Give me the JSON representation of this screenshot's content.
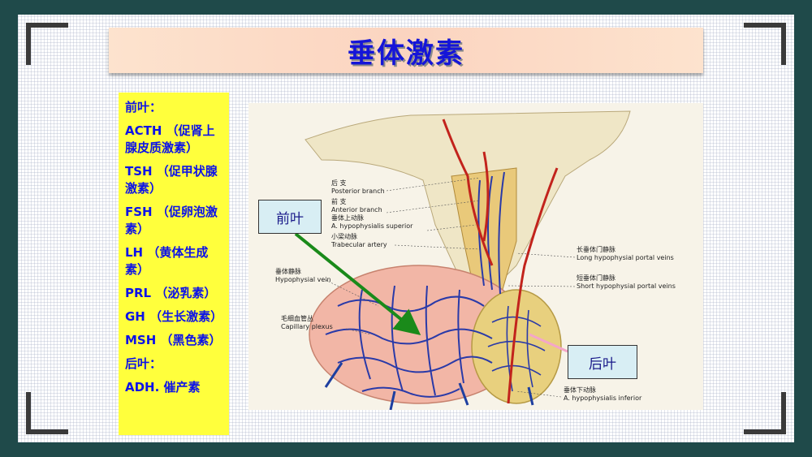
{
  "slide": {
    "title": "垂体激素",
    "hormones": [
      "前叶：",
      "ACTH （促肾上腺皮质激素）",
      "TSH （促甲状腺激素）",
      "FSH （促卵泡激素）",
      "LH （黄体生成素）",
      "PRL （泌乳素）",
      "GH （生长激素）",
      "MSH （黑色素）",
      "后叶：",
      "ADH. 催产素"
    ],
    "callouts": {
      "anterior": "前叶",
      "posterior": "后叶"
    }
  },
  "diagram_labels": {
    "posterior_branch_cn": "后 支",
    "posterior_branch_en": "Posterior branch",
    "anterior_branch_cn": "前 支",
    "anterior_branch_en": "Anterior branch",
    "sup_artery_cn": "垂体上动脉",
    "sup_artery_en": "A. hypophysialis superior",
    "trabecular_cn": "小梁动脉",
    "trabecular_en": "Trabecular artery",
    "hypophysial_vein_cn": "垂体静脉",
    "hypophysial_vein_en": "Hypophysial vein",
    "capillary_cn": "毛细血管丛",
    "capillary_en": "Capillary plexus",
    "long_portal_cn": "长垂体门静脉",
    "long_portal_en": "Long hypophysial portal veins",
    "short_portal_cn": "短垂体门静脉",
    "short_portal_en": "Short hypophysial portal veins",
    "inf_artery_cn": "垂体下动脉",
    "inf_artery_en": "A. hypophysialis inferior"
  },
  "colors": {
    "title": "#1515d8",
    "panel_bg": "#ffff3c",
    "panel_text": "#0c12e8",
    "arrow_anterior": "#1a8a1a",
    "arrow_posterior": "#f4a6c8"
  }
}
